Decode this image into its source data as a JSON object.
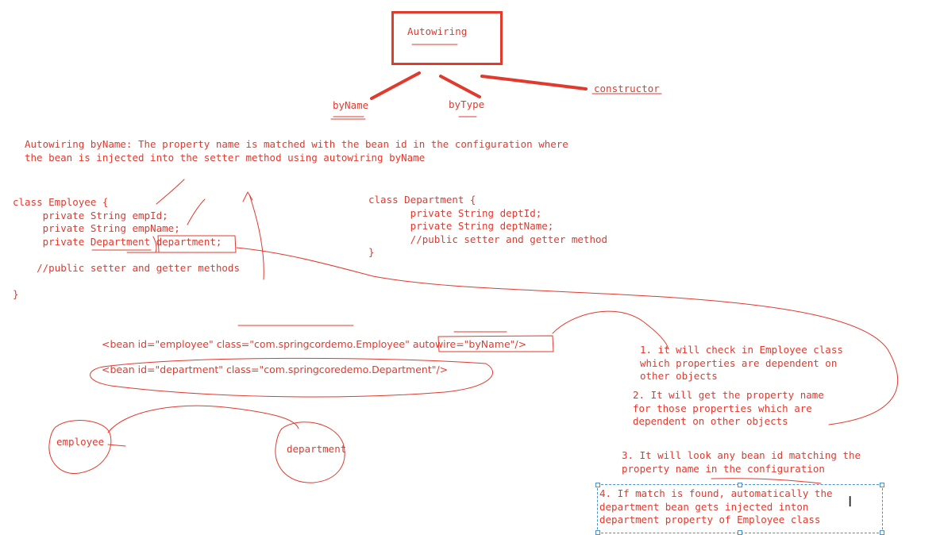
{
  "title": "Autowiring",
  "types": {
    "by_name": "byName",
    "by_type": "byType",
    "constructor": "constructor"
  },
  "definition": [
    "Autowiring byName: The property name is matched with the bean id in the configuration where",
    "the bean is injected into the setter method using autowiring byName"
  ],
  "employee_class": {
    "line1": "class Employee {",
    "line2": "     private String empId;",
    "line3": "     private String empName;",
    "line4": "     private Department department;",
    "line5": "    //public setter and getter methods",
    "line6": "}"
  },
  "department_class": {
    "line1": "class Department {",
    "line2": "       private String deptId;",
    "line3": "       private String deptName;",
    "line4": "       //public setter and getter method",
    "line5": "}"
  },
  "beans": {
    "employee": "<bean id=\"employee\" class=\"com.springcordemo.Employee\" autowire=\"byName\"/>",
    "department": "<bean id=\"department\" class=\"com.springcoredemo.Department\"/>"
  },
  "circles": {
    "employee": "employee",
    "department": "department"
  },
  "steps": {
    "s1": [
      "1. it will check in Employee class",
      "which properties are dependent on",
      "other objects"
    ],
    "s2": [
      "2. It will get the property name",
      "for those properties which are",
      "dependent on other objects"
    ],
    "s3": [
      "3. It will look any bean id matching the",
      "property name in the configuration"
    ],
    "s4": [
      "4. If match is found, automatically the",
      "department bean gets injected inton",
      "department property of Employee class"
    ]
  },
  "colors": {
    "ink": "#e03a2f",
    "selection": "#4a90c8"
  }
}
